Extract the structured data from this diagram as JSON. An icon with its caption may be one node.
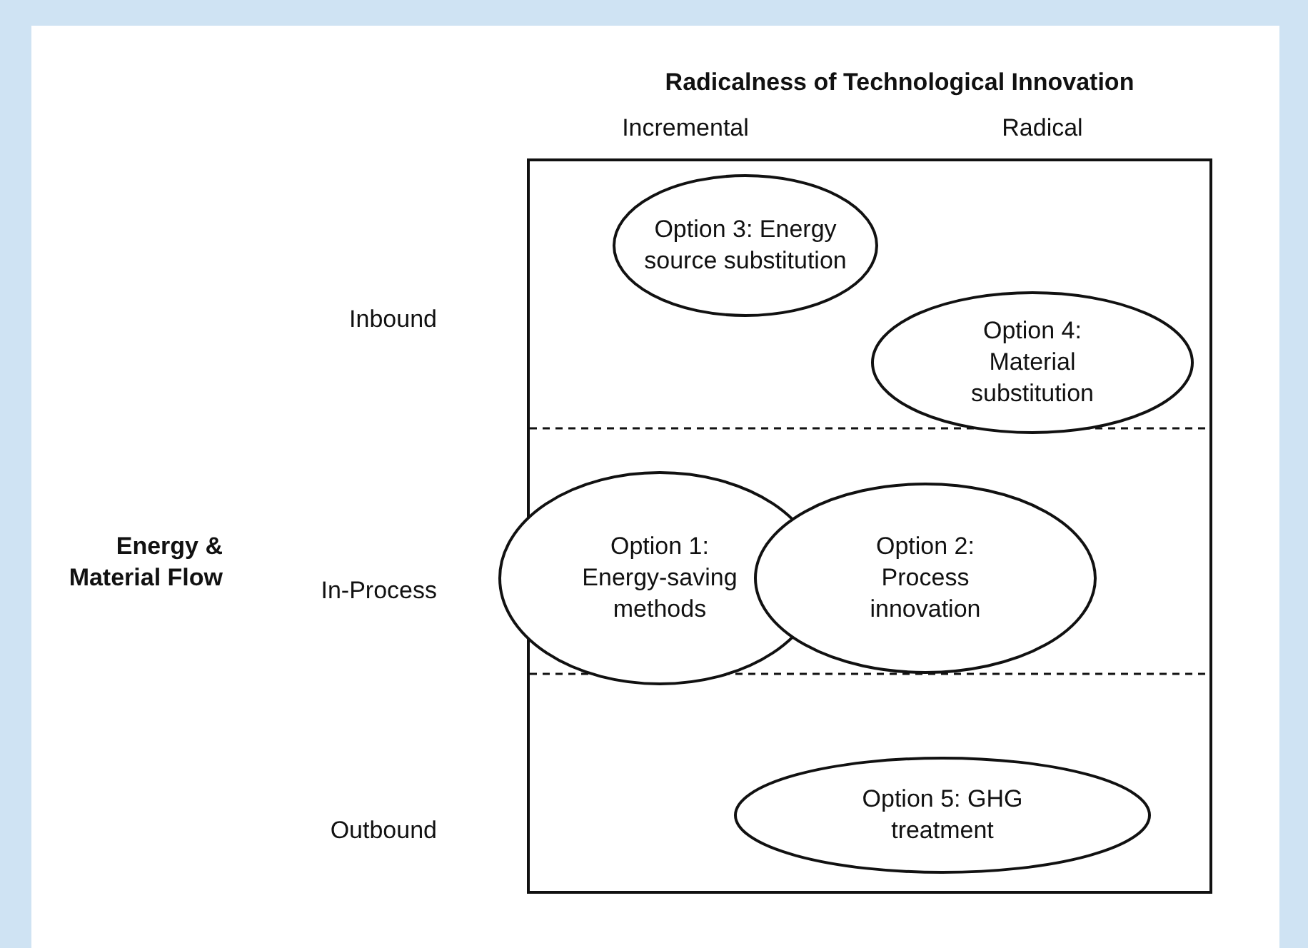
{
  "diagram": {
    "nodes": [
      {
        "text": [
          "Option 3: Energy source substitution"
        ]
      },
      {
        "text": [
          "Option 4: Material substitution"
        ]
      },
      {
        "text": [
          "Option 1: Energy-saving methods"
        ]
      },
      {
        "text": [
          "Option 2: Process innovation"
        ]
      },
      {
        "text": [
          "Option 5: GHG treatment"
        ]
      }
    ],
    "labels": [
      "Radicalness of Technological Innovation",
      "Incremental",
      "Radical",
      "Inbound",
      "Energy & Material Flow",
      "In-Process",
      "Outbound"
    ]
  }
}
